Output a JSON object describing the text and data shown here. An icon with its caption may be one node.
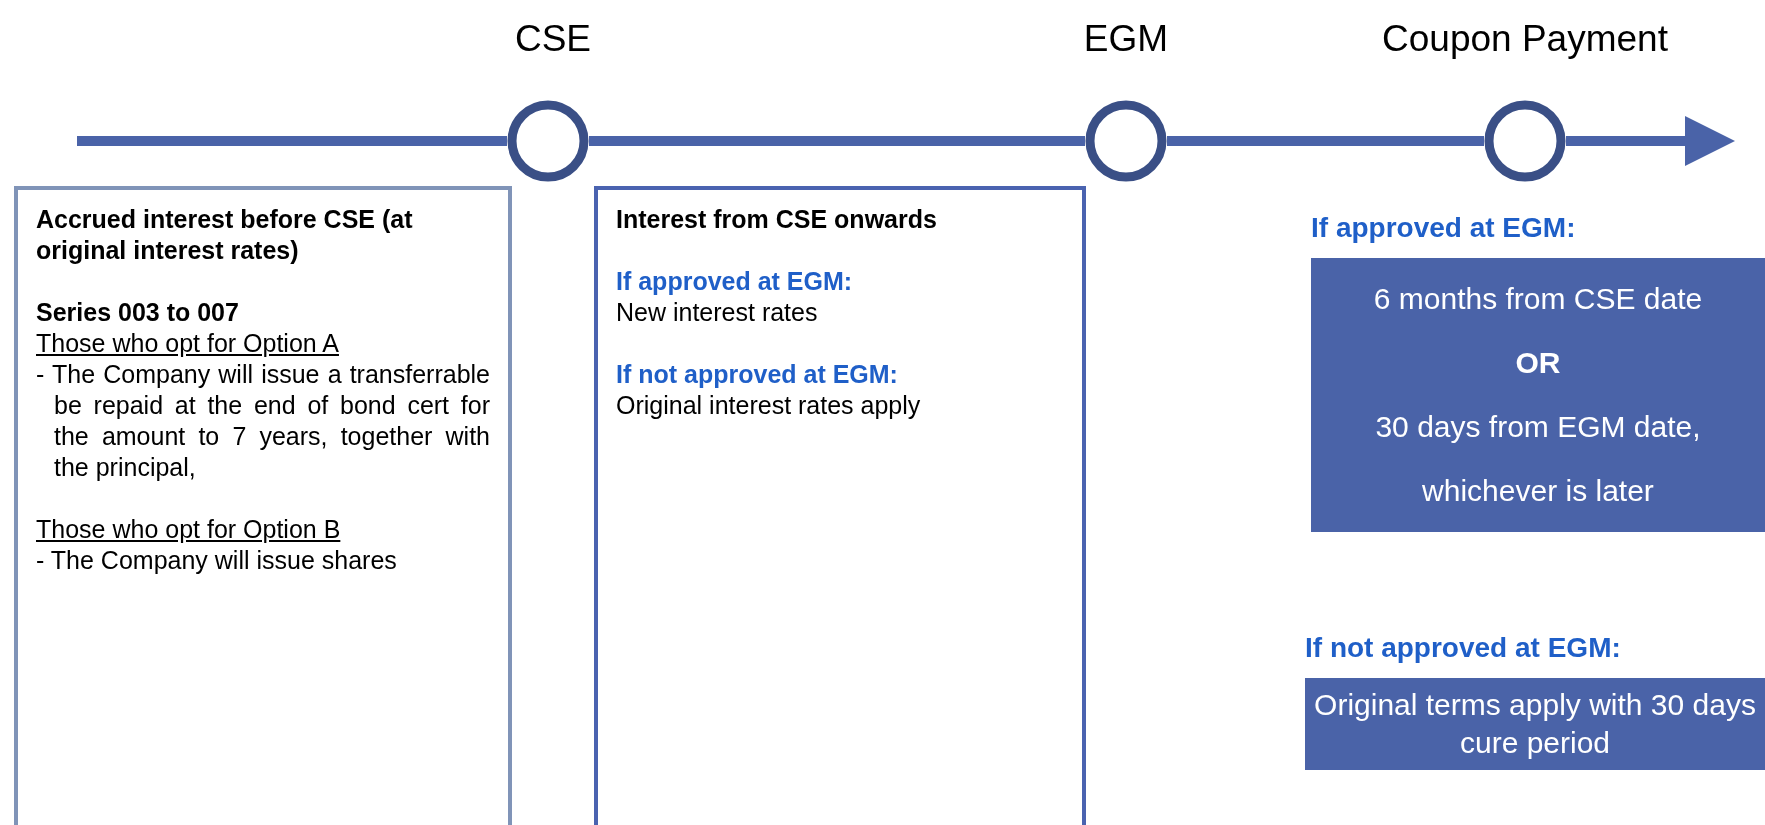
{
  "diagram": {
    "nodes": [
      {
        "text": [
          "CSE"
        ]
      },
      {
        "text": [
          "EGM"
        ]
      },
      {
        "text": [
          "Coupon Payment"
        ]
      },
      {
        "text": [
          "Accrued interest before CSE (at original interest rates)",
          "Series 003 to 007",
          "Those who opt for Option A",
          "- The Company will issue a transferrable be repaid at the end of bond cert for the amount to 7 years, together with the principal,",
          "Those who opt for Option B",
          "- The Company will issue shares"
        ]
      },
      {
        "text": [
          "Interest from CSE onwards",
          "If approved at EGM:",
          "New interest rates",
          "If not approved at EGM:",
          "Original interest rates apply"
        ]
      },
      {
        "text": [
          "If approved at EGM:",
          "6 months from CSE date",
          "OR",
          "30 days from EGM date,",
          "whichever is later"
        ]
      },
      {
        "text": [
          "If not approved at EGM:",
          "Original terms apply with 30 days cure period"
        ]
      }
    ],
    "edges": [
      {
        "from": null,
        "to": 0,
        "arrow": "none"
      },
      {
        "from": 0,
        "to": 1,
        "arrow": "none"
      },
      {
        "from": 1,
        "to": 2,
        "arrow": "none"
      },
      {
        "from": 2,
        "to": null,
        "arrow": "to"
      }
    ]
  }
}
